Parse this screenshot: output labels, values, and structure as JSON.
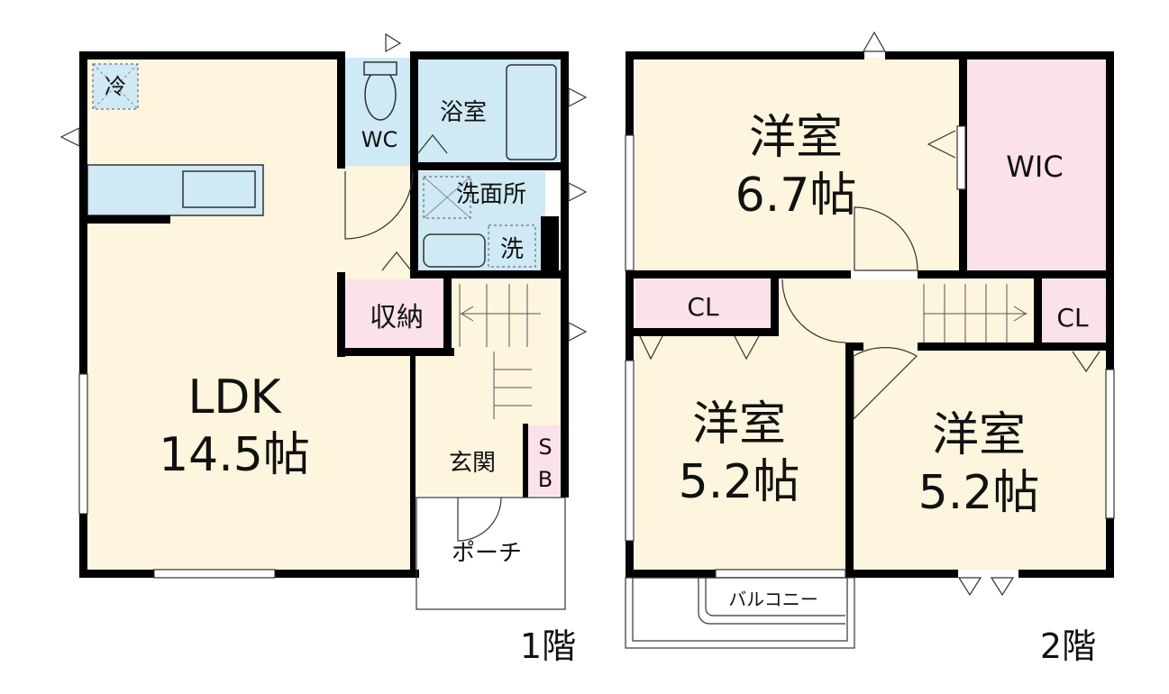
{
  "floors": {
    "first": {
      "label": "1階",
      "rooms": {
        "fridge": "冷",
        "wc": "WC",
        "bath": "浴室",
        "washroom": "洗面所",
        "washer": "洗",
        "storage": "収納",
        "ldk_name": "LDK",
        "ldk_size": "14.5帖",
        "entrance": "玄関",
        "shoebox_top": "S",
        "shoebox_bottom": "B",
        "porch": "ポーチ"
      }
    },
    "second": {
      "label": "2階",
      "rooms": {
        "western_top_name": "洋室",
        "western_top_size": "6.7帖",
        "wic": "WIC",
        "closet_left": "CL",
        "closet_right": "CL",
        "western_left_name": "洋室",
        "western_left_size": "5.2帖",
        "western_right_name": "洋室",
        "western_right_size": "5.2帖",
        "balcony": "バルコニー"
      }
    }
  },
  "colors": {
    "room_floor": "#fdf5dd",
    "wet_area": "#cfe9f5",
    "storage_pink": "#fbe1ea",
    "wall": "#000000",
    "white": "#ffffff"
  }
}
